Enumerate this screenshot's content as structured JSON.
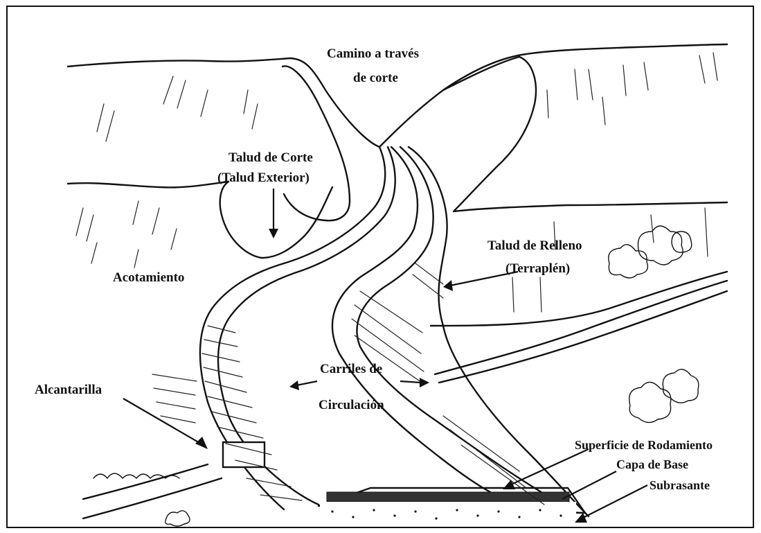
{
  "labels": {
    "camino_line1": "Camino a través",
    "camino_line2": "de corte",
    "talud_corte_line1": "Talud de Corte",
    "talud_corte_line2": "(Talud Exterior)",
    "acotamiento": "Acotamiento",
    "talud_relleno_line1": "Talud de Relleno",
    "talud_relleno_line2": "(Terraplén)",
    "carriles_line1": "Carriles de",
    "carriles_line2": "Circulación",
    "alcantarilla": "Alcantarilla",
    "superficie": "Superficie de Rodamiento",
    "capa_base": "Capa de Base",
    "subrasante": "Subrasante"
  }
}
